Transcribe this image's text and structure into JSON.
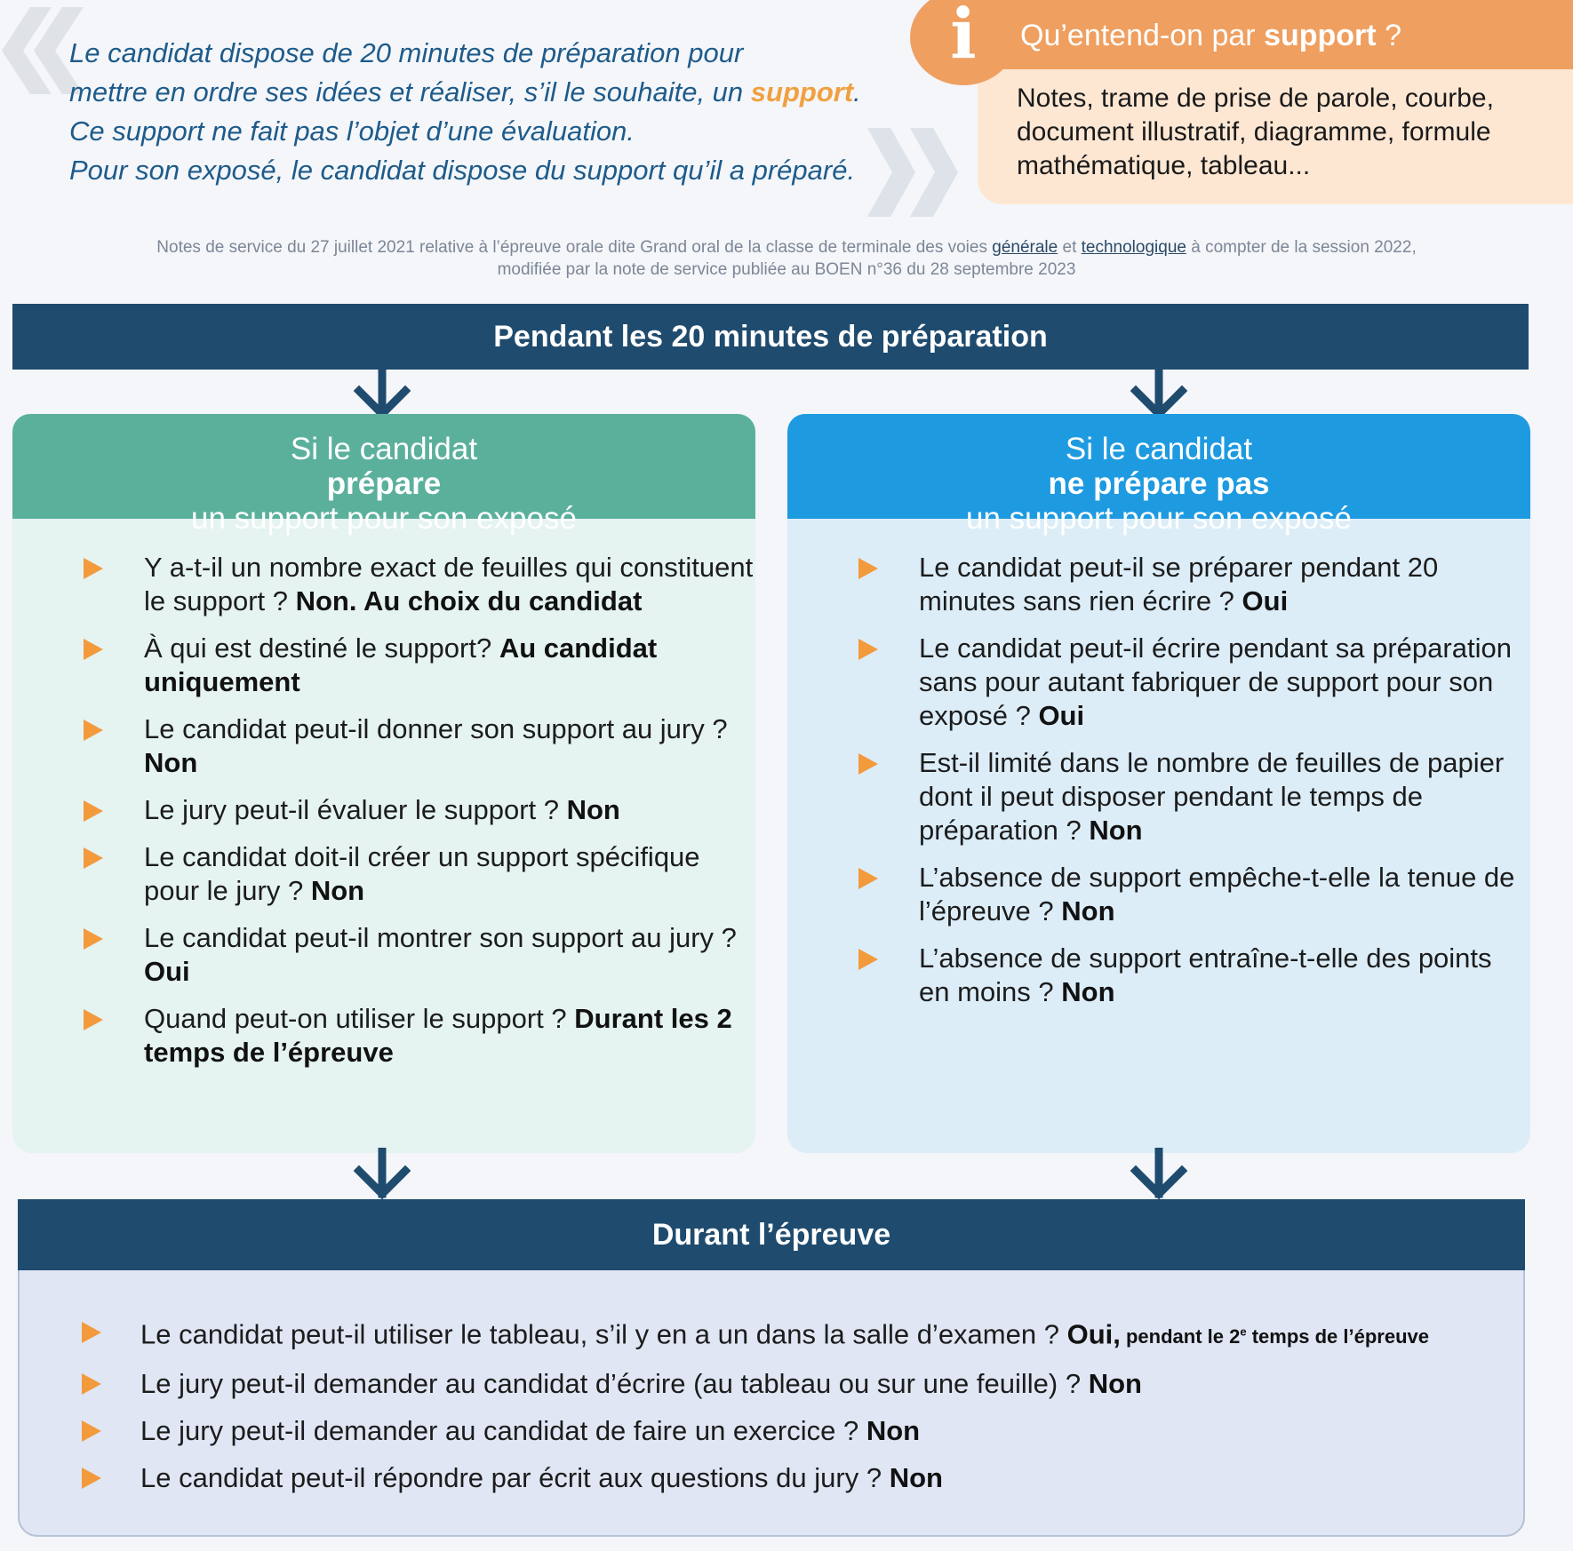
{
  "intro": {
    "line1": "Le candidat dispose de 20 minutes de préparation pour",
    "line2_before": "mettre en ordre ses idées et réaliser, s’il le souhaite, un ",
    "line2_highlight": "support",
    "line2_after": ".",
    "line3": "Ce support ne fait pas l’objet d’une évaluation.",
    "line4": "Pour son exposé, le candidat dispose du support qu’il a préparé."
  },
  "info": {
    "icon_letter": "i",
    "title_before": "Qu’entend-on par ",
    "title_bold": "support",
    "title_after": " ?",
    "body": "Notes, trame de prise de parole, courbe, document illustratif, diagramme, formule mathématique, tableau..."
  },
  "notes": {
    "part1": "Notes de service du 27 juillet 2021 relative à l’épreuve orale dite Grand oral de la classe de terminale des voies ",
    "link1": "générale",
    "part2": " et ",
    "link2": "technologique",
    "part3": " à compter de la session 2022,",
    "line2": "modifiée par la note de service publiée au BOEN n°36 du 28 septembre 2023"
  },
  "top_banner": "Pendant les 20 minutes de préparation",
  "left_column": {
    "header_line1_before": "Si le candidat ",
    "header_line1_bold": "prépare",
    "header_line2": "un support pour son exposé",
    "items": [
      {
        "q": "Y a-t-il un nombre exact de feuilles qui constituent le support ? ",
        "a": "Non. Au choix du candidat"
      },
      {
        "q": "À qui est destiné le support? ",
        "a": "Au candidat uniquement"
      },
      {
        "q": "Le candidat peut-il donner son support au jury ? ",
        "a": "Non"
      },
      {
        "q": "Le jury peut-il évaluer le support ? ",
        "a": "Non"
      },
      {
        "q": "Le candidat doit-il créer un support spécifique pour le jury ? ",
        "a": "Non"
      },
      {
        "q": "Le candidat peut-il montrer son support au jury ? ",
        "a": "Oui"
      },
      {
        "q": "Quand peut-on utiliser le support ? ",
        "a": "Durant les 2 temps de l’épreuve"
      }
    ]
  },
  "right_column": {
    "header_line1_before": "Si le candidat ",
    "header_line1_bold": "ne prépare pas",
    "header_line2": "un support pour son exposé",
    "items": [
      {
        "q": "Le candidat peut-il se préparer pendant 20 minutes sans rien écrire ? ",
        "a": "Oui"
      },
      {
        "q": "Le candidat peut-il écrire pendant sa préparation sans pour autant fabriquer de support pour son exposé ? ",
        "a": "Oui"
      },
      {
        "q": "Est-il limité dans le nombre de feuilles de papier dont il peut disposer pendant le temps de préparation ? ",
        "a": "Non"
      },
      {
        "q": "L’absence de support empêche-t-elle la tenue de l’épreuve ? ",
        "a": "Non"
      },
      {
        "q": "L’absence de support entraîne-t-elle des points en moins ? ",
        "a": "Non"
      }
    ]
  },
  "bottom_banner": "Durant l’épreuve",
  "bottom_items": [
    {
      "q": "Le candidat peut-il utiliser le tableau, s’il y en a un dans la salle d’examen ? ",
      "a": "Oui,",
      "note_before": " pendant le 2",
      "note_sup": "e",
      "note_after": " temps de l’épreuve"
    },
    {
      "q": "Le jury peut-il demander au candidat d’écrire (au tableau ou sur une feuille) ? ",
      "a": "Non"
    },
    {
      "q": "Le jury peut-il demander au candidat de faire un exercice ? ",
      "a": "Non"
    },
    {
      "q": "Le candidat peut-il répondre par écrit aux questions du jury ? ",
      "a": "Non"
    }
  ],
  "colors": {
    "navy": "#1f4b6e",
    "green_header": "#5bb09c",
    "blue_header": "#1e9ae0",
    "orange": "#ef9f5f",
    "bullet": "#f39a3d",
    "intro_text": "#1e5b8a"
  }
}
